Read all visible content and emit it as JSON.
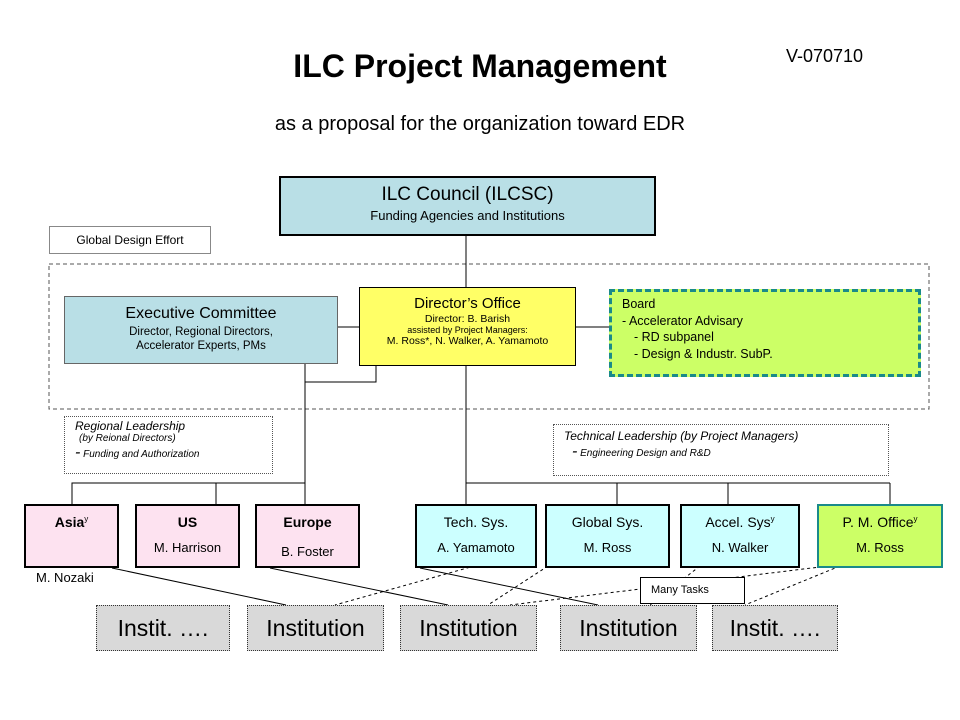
{
  "header": {
    "title": "ILC Project Management",
    "subtitle": "as a proposal for the organization toward EDR",
    "version": "V-070710"
  },
  "council": {
    "title": "ILC Council  (ILCSC)",
    "subtitle": "Funding Agencies and Institutions"
  },
  "global_design_effort": "Global Design Effort",
  "executive": {
    "title": "Executive Committee",
    "line1": "Director, Regional Directors,",
    "line2": "Accelerator Experts, PMs"
  },
  "directors_office": {
    "title": "Director’s Office",
    "director": "Director:    B. Barish",
    "assisted": "assisted by Project Managers:",
    "managers": "M. Ross*, N. Walker, A. Yamamoto"
  },
  "board": {
    "title": "Board",
    "line1": "- Accelerator Advisary",
    "line2": "- RD subpanel",
    "line3": "- Design & Industr. SubP."
  },
  "regional_leadership": {
    "title": "Regional Leadership",
    "by": "(by  Reional Directors)",
    "dash": "-",
    "item": "Funding and Authorization"
  },
  "technical_leadership": {
    "title": "Technical Leadership  (by Project Managers)",
    "dash": "-",
    "item": "Engineering Design and R&D"
  },
  "regions": [
    {
      "name": "Asia",
      "sup": "y",
      "person": "M. Nozaki"
    },
    {
      "name": "US",
      "person": "M. Harrison"
    },
    {
      "name": "Europe",
      "person": "B. Foster"
    }
  ],
  "systems": [
    {
      "name": "Tech. Sys.",
      "person": "A. Yamamoto"
    },
    {
      "name": "Global Sys.",
      "person": "M. Ross"
    },
    {
      "name": "Accel. Sys",
      "sup": "y",
      "person": "N. Walker"
    },
    {
      "name": "P. M. Office",
      "sup": "y",
      "person": "M. Ross"
    }
  ],
  "many_tasks": "Many Tasks",
  "institutions": [
    "Instit.  ….",
    "Institution",
    "Institution",
    "Institution",
    "Instit. …."
  ]
}
